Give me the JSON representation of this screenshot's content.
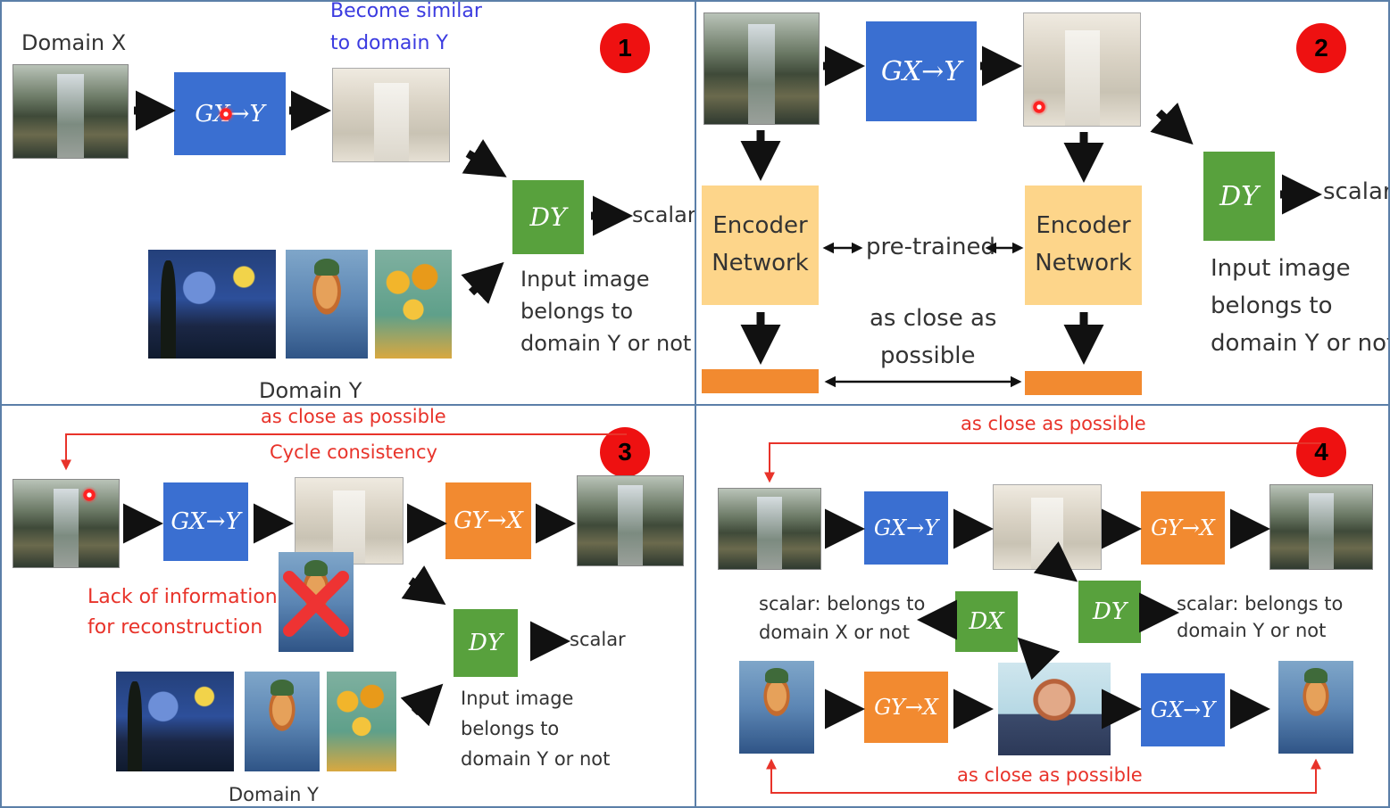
{
  "panel1": {
    "badge": "1",
    "domain_x_label": "Domain X",
    "become_similar_line1": "Become similar",
    "become_similar_line2": "to domain Y",
    "generator_label": "GX→Y",
    "discriminator_label": "DY",
    "scalar_label": "scalar",
    "input_line1": "Input image",
    "input_line2": "belongs to",
    "input_line3": "domain Y or not",
    "domain_y_label": "Domain Y"
  },
  "panel2": {
    "badge": "2",
    "generator_label": "GX→Y",
    "encoder_left_line1": "Encoder",
    "encoder_left_line2": "Network",
    "encoder_right_line1": "Encoder",
    "encoder_right_line2": "Network",
    "pretrained_label": "pre-trained",
    "close_line1": "as close as",
    "close_line2": "possible",
    "discriminator_label": "DY",
    "scalar_label": "scalar",
    "input_line1": "Input image",
    "input_line2": "belongs to",
    "input_line3": "domain Y or not"
  },
  "panel3": {
    "badge": "3",
    "as_close_label": "as close as possible",
    "cycle_label": "Cycle consistency",
    "generator_xy_label": "GX→Y",
    "generator_yx_label": "GY→X",
    "lack_line1": "Lack of information",
    "lack_line2": "for reconstruction",
    "discriminator_label": "DY",
    "scalar_label": "scalar",
    "input_line1": "Input image",
    "input_line2": "belongs to",
    "input_line3": "domain Y or not",
    "domain_y_label": "Domain Y"
  },
  "panel4": {
    "badge": "4",
    "top_close_label": "as close as possible",
    "bottom_close_label": "as close as possible",
    "top_gxy_label": "GX→Y",
    "top_gyx_label": "GY→X",
    "bottom_gyx_label": "GY→X",
    "bottom_gxy_label": "GX→Y",
    "dx_label": "DX",
    "dy_label": "DY",
    "scalar_x_line1": "scalar: belongs to",
    "scalar_x_line2": "domain X or not",
    "scalar_y_line1": "scalar: belongs to",
    "scalar_y_line2": "domain Y or not"
  },
  "colors": {
    "generator_blue": "#3a6fd1",
    "generator_orange": "#f28a30",
    "discriminator_green": "#58a13d",
    "encoder_yellow": "#fdd58a",
    "feature_orange": "#f28a30",
    "annotation_red": "#e8332a",
    "annotation_blue": "#3b3be0",
    "badge_red": "#ee1111"
  }
}
